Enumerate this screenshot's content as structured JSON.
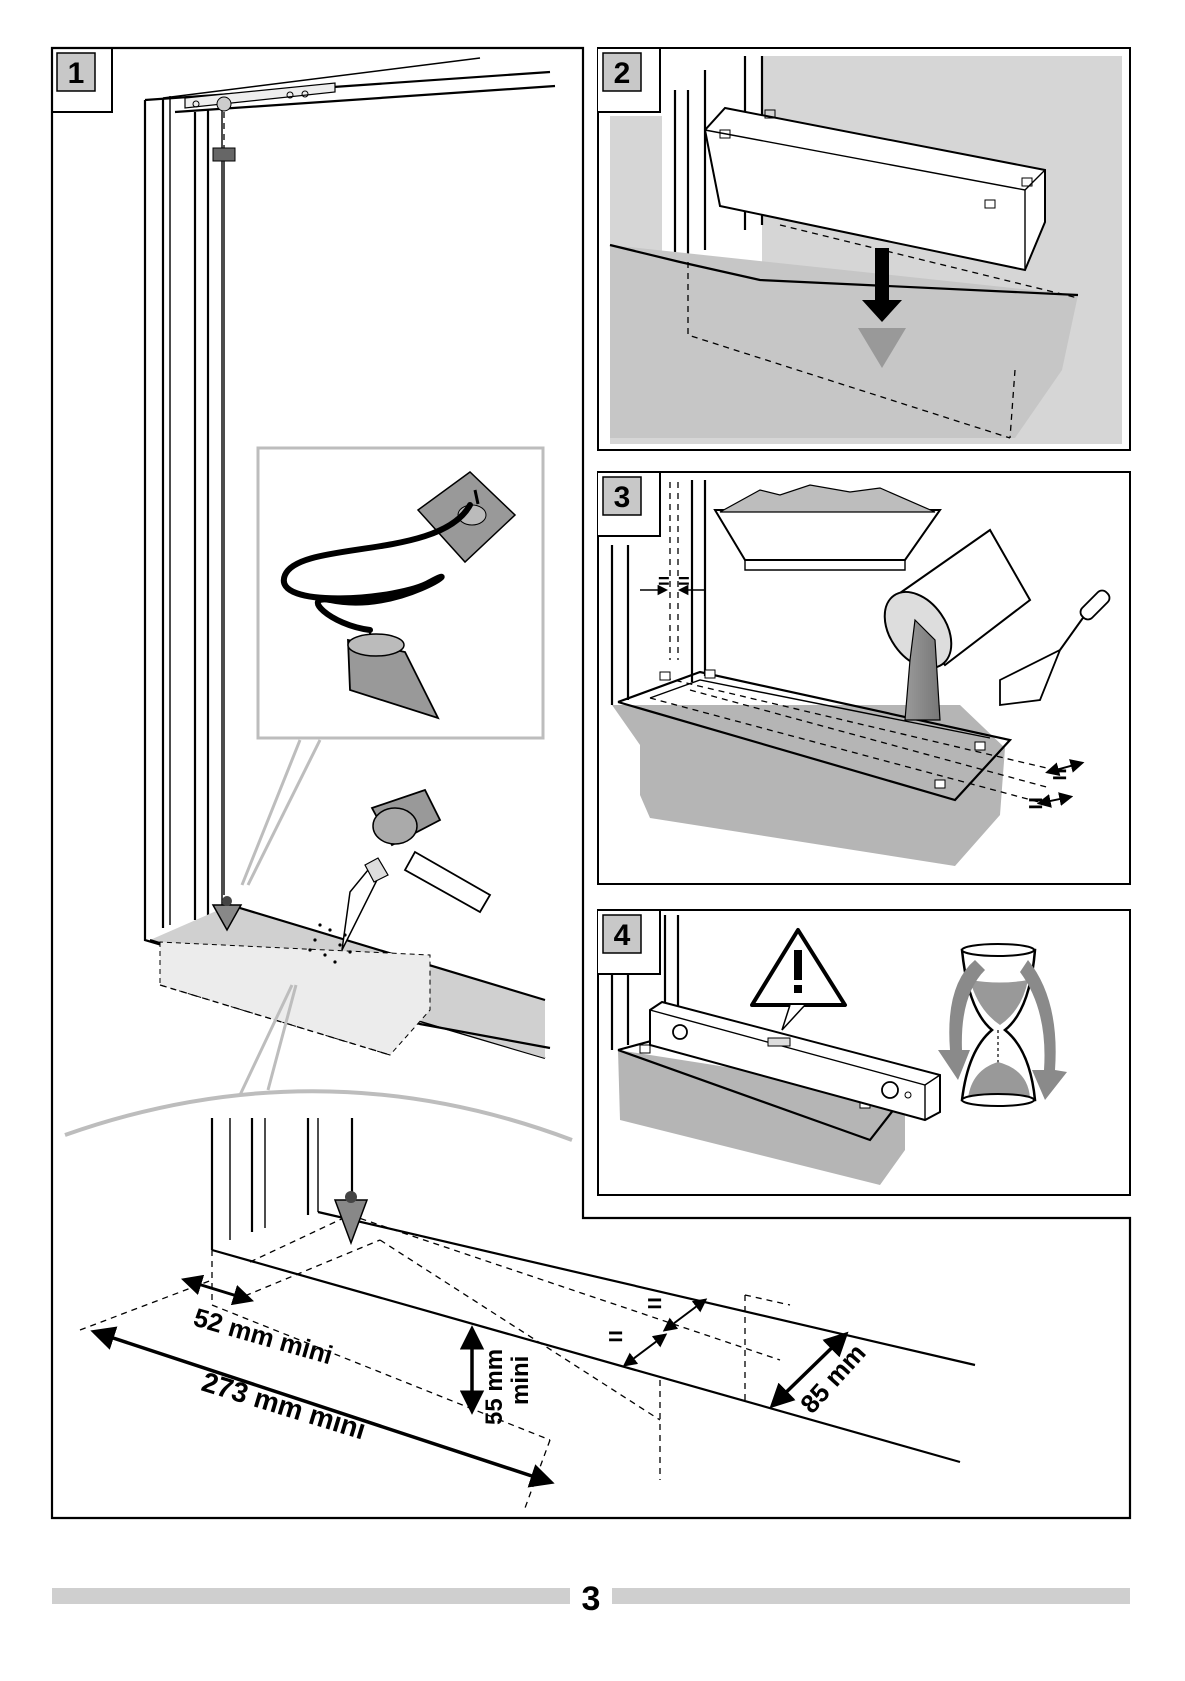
{
  "steps": [
    {
      "number": "1"
    },
    {
      "number": "2"
    },
    {
      "number": "3"
    },
    {
      "number": "4"
    }
  ],
  "dimensions": {
    "d52": "52 mm mini",
    "d273": "273 mm mini",
    "d55_line1": "55 mm",
    "d55_line2": "mini",
    "d85": "85 mm",
    "equal": "="
  },
  "footer": {
    "page_number": "3"
  },
  "icons": [
    "plumb-bob-icon",
    "hammer-icon",
    "chisel-icon",
    "mortar-tray-icon",
    "bucket-icon",
    "trowel-icon",
    "spirit-level-icon",
    "warning-icon",
    "hourglass-icon"
  ],
  "colors": {
    "step_box": "#c8c8c8",
    "panel_grey": "#d4d4d4",
    "footer_bar": "#cfcfcf"
  }
}
